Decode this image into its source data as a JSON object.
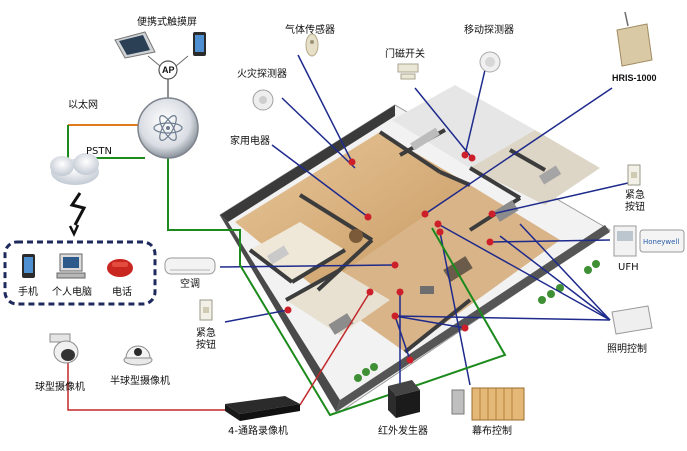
{
  "labels": {
    "touchscreen": "便携式触摸屏",
    "gas_sensor": "气体传感器",
    "motion_detector": "移动探测器",
    "door_switch": "门磁开关",
    "fire_detector": "火灾探测器",
    "ethernet": "以太网",
    "pstn": "PSTN",
    "appliances": "家用电器",
    "hris": "HRIS-1000",
    "ap": "AP",
    "emergency_button_right": "紧急\n按钮",
    "emergency_button_left": "紧急\n按钮",
    "ufh": "UFH",
    "honeywell": "Honeywell",
    "phone": "手机",
    "pc": "个人电脑",
    "telephone": "电话",
    "aircon": "空调",
    "lighting": "照明控制",
    "dome_camera": "球型摄像机",
    "half_dome_camera": "半球型摄像机",
    "dvr": "4-通路录像机",
    "ir_generator": "红外发生器",
    "curtain": "幕布控制"
  },
  "colors": {
    "link_blue": "#1e2a8c",
    "link_green": "#1c8a1c",
    "link_orange": "#e07a1a",
    "link_red": "#c0282a",
    "node_red": "#cc1f2a",
    "dashed_box": "#1e2a5c"
  }
}
